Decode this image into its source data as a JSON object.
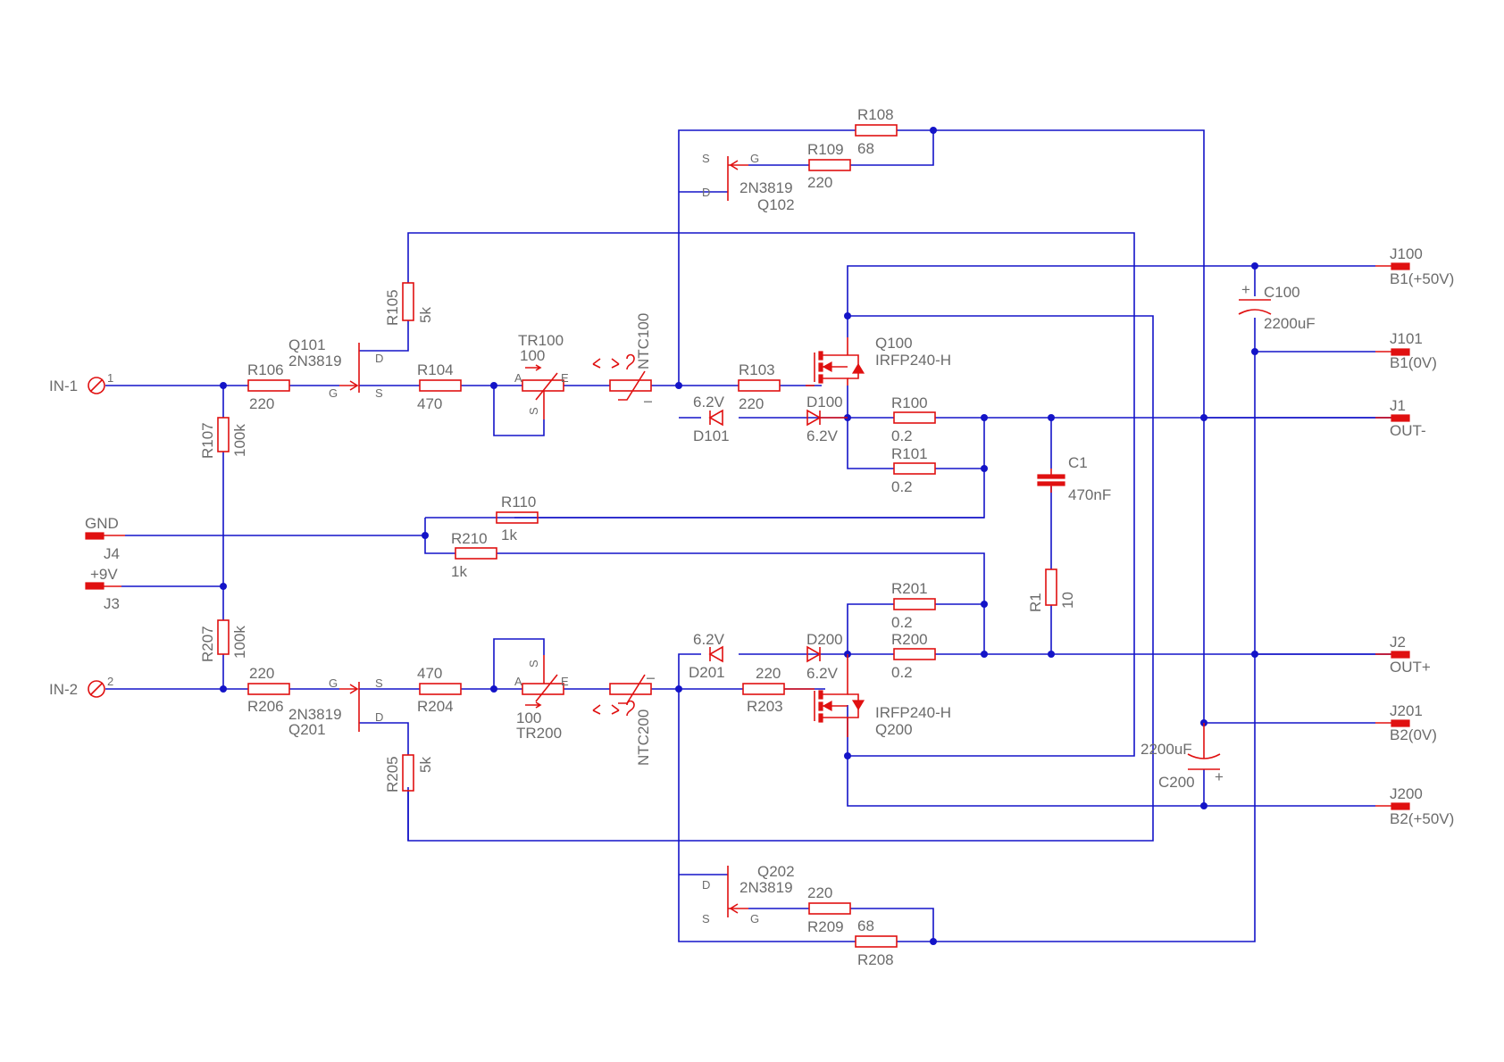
{
  "title": "",
  "inputs": {
    "in1": {
      "label": "IN-1",
      "pin": "1"
    },
    "in2": {
      "label": "IN-2",
      "pin": "2"
    }
  },
  "connectors": {
    "gnd": {
      "value": "GND",
      "ref": "J4"
    },
    "v9": {
      "value": "+9V",
      "ref": "J3"
    },
    "j100": {
      "ref": "J100",
      "value": "B1(+50V)"
    },
    "j101": {
      "ref": "J101",
      "value": "B1(0V)"
    },
    "j1": {
      "ref": "J1",
      "value": "OUT-"
    },
    "j2": {
      "ref": "J2",
      "value": "OUT+"
    },
    "j201": {
      "ref": "J201",
      "value": "B2(0V)"
    },
    "j200": {
      "ref": "J200",
      "value": "B2(+50V)"
    }
  },
  "resistors": {
    "r106": {
      "ref": "R106",
      "value": "220"
    },
    "r104": {
      "ref": "R104",
      "value": "470"
    },
    "r105": {
      "ref": "R105",
      "value": "5k"
    },
    "r107": {
      "ref": "R107",
      "value": "100k"
    },
    "r108": {
      "ref": "R108",
      "value": "68"
    },
    "r109": {
      "ref": "R109",
      "value": "220"
    },
    "r103": {
      "ref": "R103",
      "value": "220"
    },
    "r100": {
      "ref": "R100",
      "value": "0.2"
    },
    "r101": {
      "ref": "R101",
      "value": "0.2"
    },
    "r110": {
      "ref": "R110",
      "value": "1k"
    },
    "r210": {
      "ref": "R210",
      "value": "1k"
    },
    "r1": {
      "ref": "R1",
      "value": "10"
    },
    "r201": {
      "ref": "R201",
      "value": "0.2"
    },
    "r200": {
      "ref": "R200",
      "value": "0.2"
    },
    "r207": {
      "ref": "R207",
      "value": "100k"
    },
    "r206": {
      "ref": "R206",
      "value": "220"
    },
    "r204": {
      "ref": "R204",
      "value": "470"
    },
    "r205": {
      "ref": "R205",
      "value": "5k"
    },
    "r203": {
      "ref": "R203",
      "value": "220"
    },
    "r209": {
      "ref": "R209",
      "value": "220"
    },
    "r208": {
      "ref": "R208",
      "value": "68"
    }
  },
  "transistors": {
    "q101": {
      "ref": "Q101",
      "value": "2N3819",
      "g": "G",
      "s": "S",
      "d": "D"
    },
    "q102": {
      "ref": "Q102",
      "value": "2N3819",
      "g": "G",
      "s": "S",
      "d": "D"
    },
    "q100": {
      "ref": "Q100",
      "value": "IRFP240-H"
    },
    "q201": {
      "ref": "Q201",
      "value": "2N3819",
      "g": "G",
      "s": "S",
      "d": "D"
    },
    "q202": {
      "ref": "Q202",
      "value": "2N3819",
      "g": "G",
      "s": "S",
      "d": "D"
    },
    "q200": {
      "ref": "Q200",
      "value": "IRFP240-H"
    }
  },
  "trimmers": {
    "tr100": {
      "ref": "TR100",
      "value": "100",
      "a": "A",
      "e": "E",
      "s": "S"
    },
    "tr200": {
      "ref": "TR200",
      "value": "100",
      "a": "A",
      "e": "E",
      "s": "S"
    }
  },
  "thermistors": {
    "ntc100": {
      "ref": "NTC100"
    },
    "ntc200": {
      "ref": "NTC200"
    }
  },
  "diodes": {
    "d101": {
      "ref": "D101",
      "value": "6.2V"
    },
    "d100": {
      "ref": "D100",
      "value": "6.2V"
    },
    "d201": {
      "ref": "D201",
      "value": "6.2V"
    },
    "d200": {
      "ref": "D200",
      "value": "6.2V"
    }
  },
  "capacitors": {
    "c100": {
      "ref": "C100",
      "value": "2200uF",
      "plus": "+"
    },
    "c1": {
      "ref": "C1",
      "value": "470nF"
    },
    "c200": {
      "ref": "C200",
      "value": "2200uF",
      "plus": "+"
    }
  },
  "colors": {
    "wire": "#1414c8",
    "component": "#e01010",
    "text": "#6b6b6b"
  }
}
